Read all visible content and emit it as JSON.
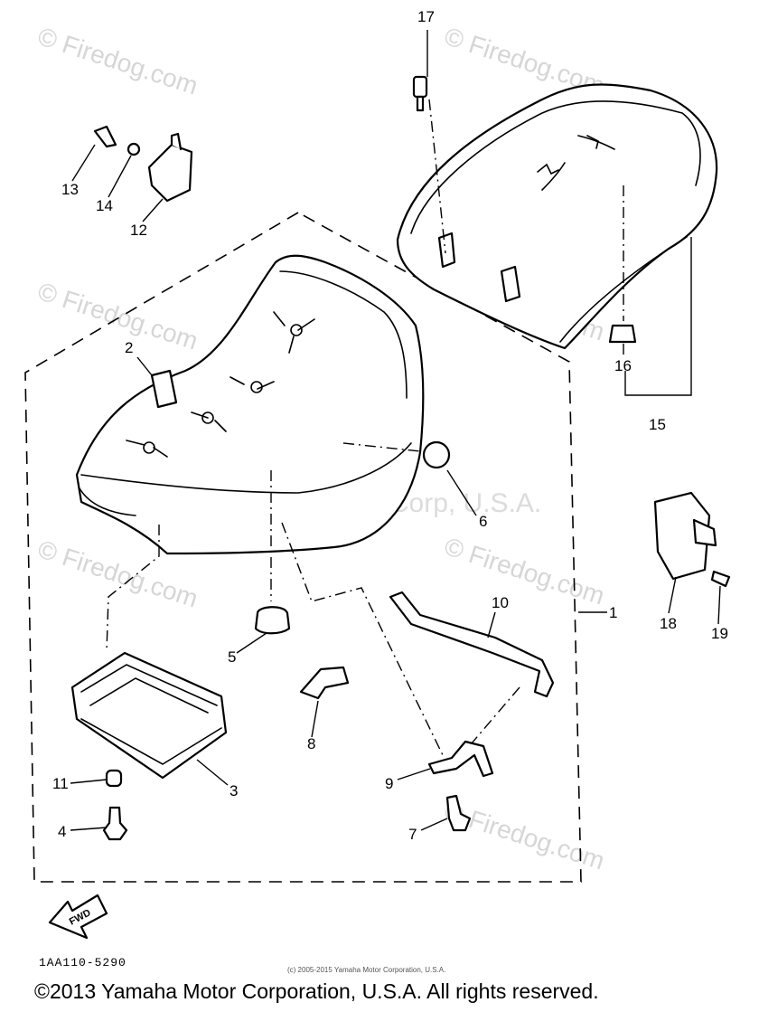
{
  "watermarks": {
    "site": "© Firedog.com",
    "center": "Yamaha Motor Corp, U.S.A."
  },
  "callouts": [
    "1",
    "2",
    "3",
    "4",
    "5",
    "6",
    "7",
    "8",
    "9",
    "10",
    "11",
    "12",
    "13",
    "14",
    "15",
    "16",
    "17",
    "18",
    "19"
  ],
  "fwd_label": "FWD",
  "diagram_code": "1AA110-5290",
  "small_copyright": "(c) 2005-2015 Yamaha Motor Corporation, U.S.A.",
  "copyright": "©2013 Yamaha Motor Corporation, U.S.A. All rights reserved."
}
